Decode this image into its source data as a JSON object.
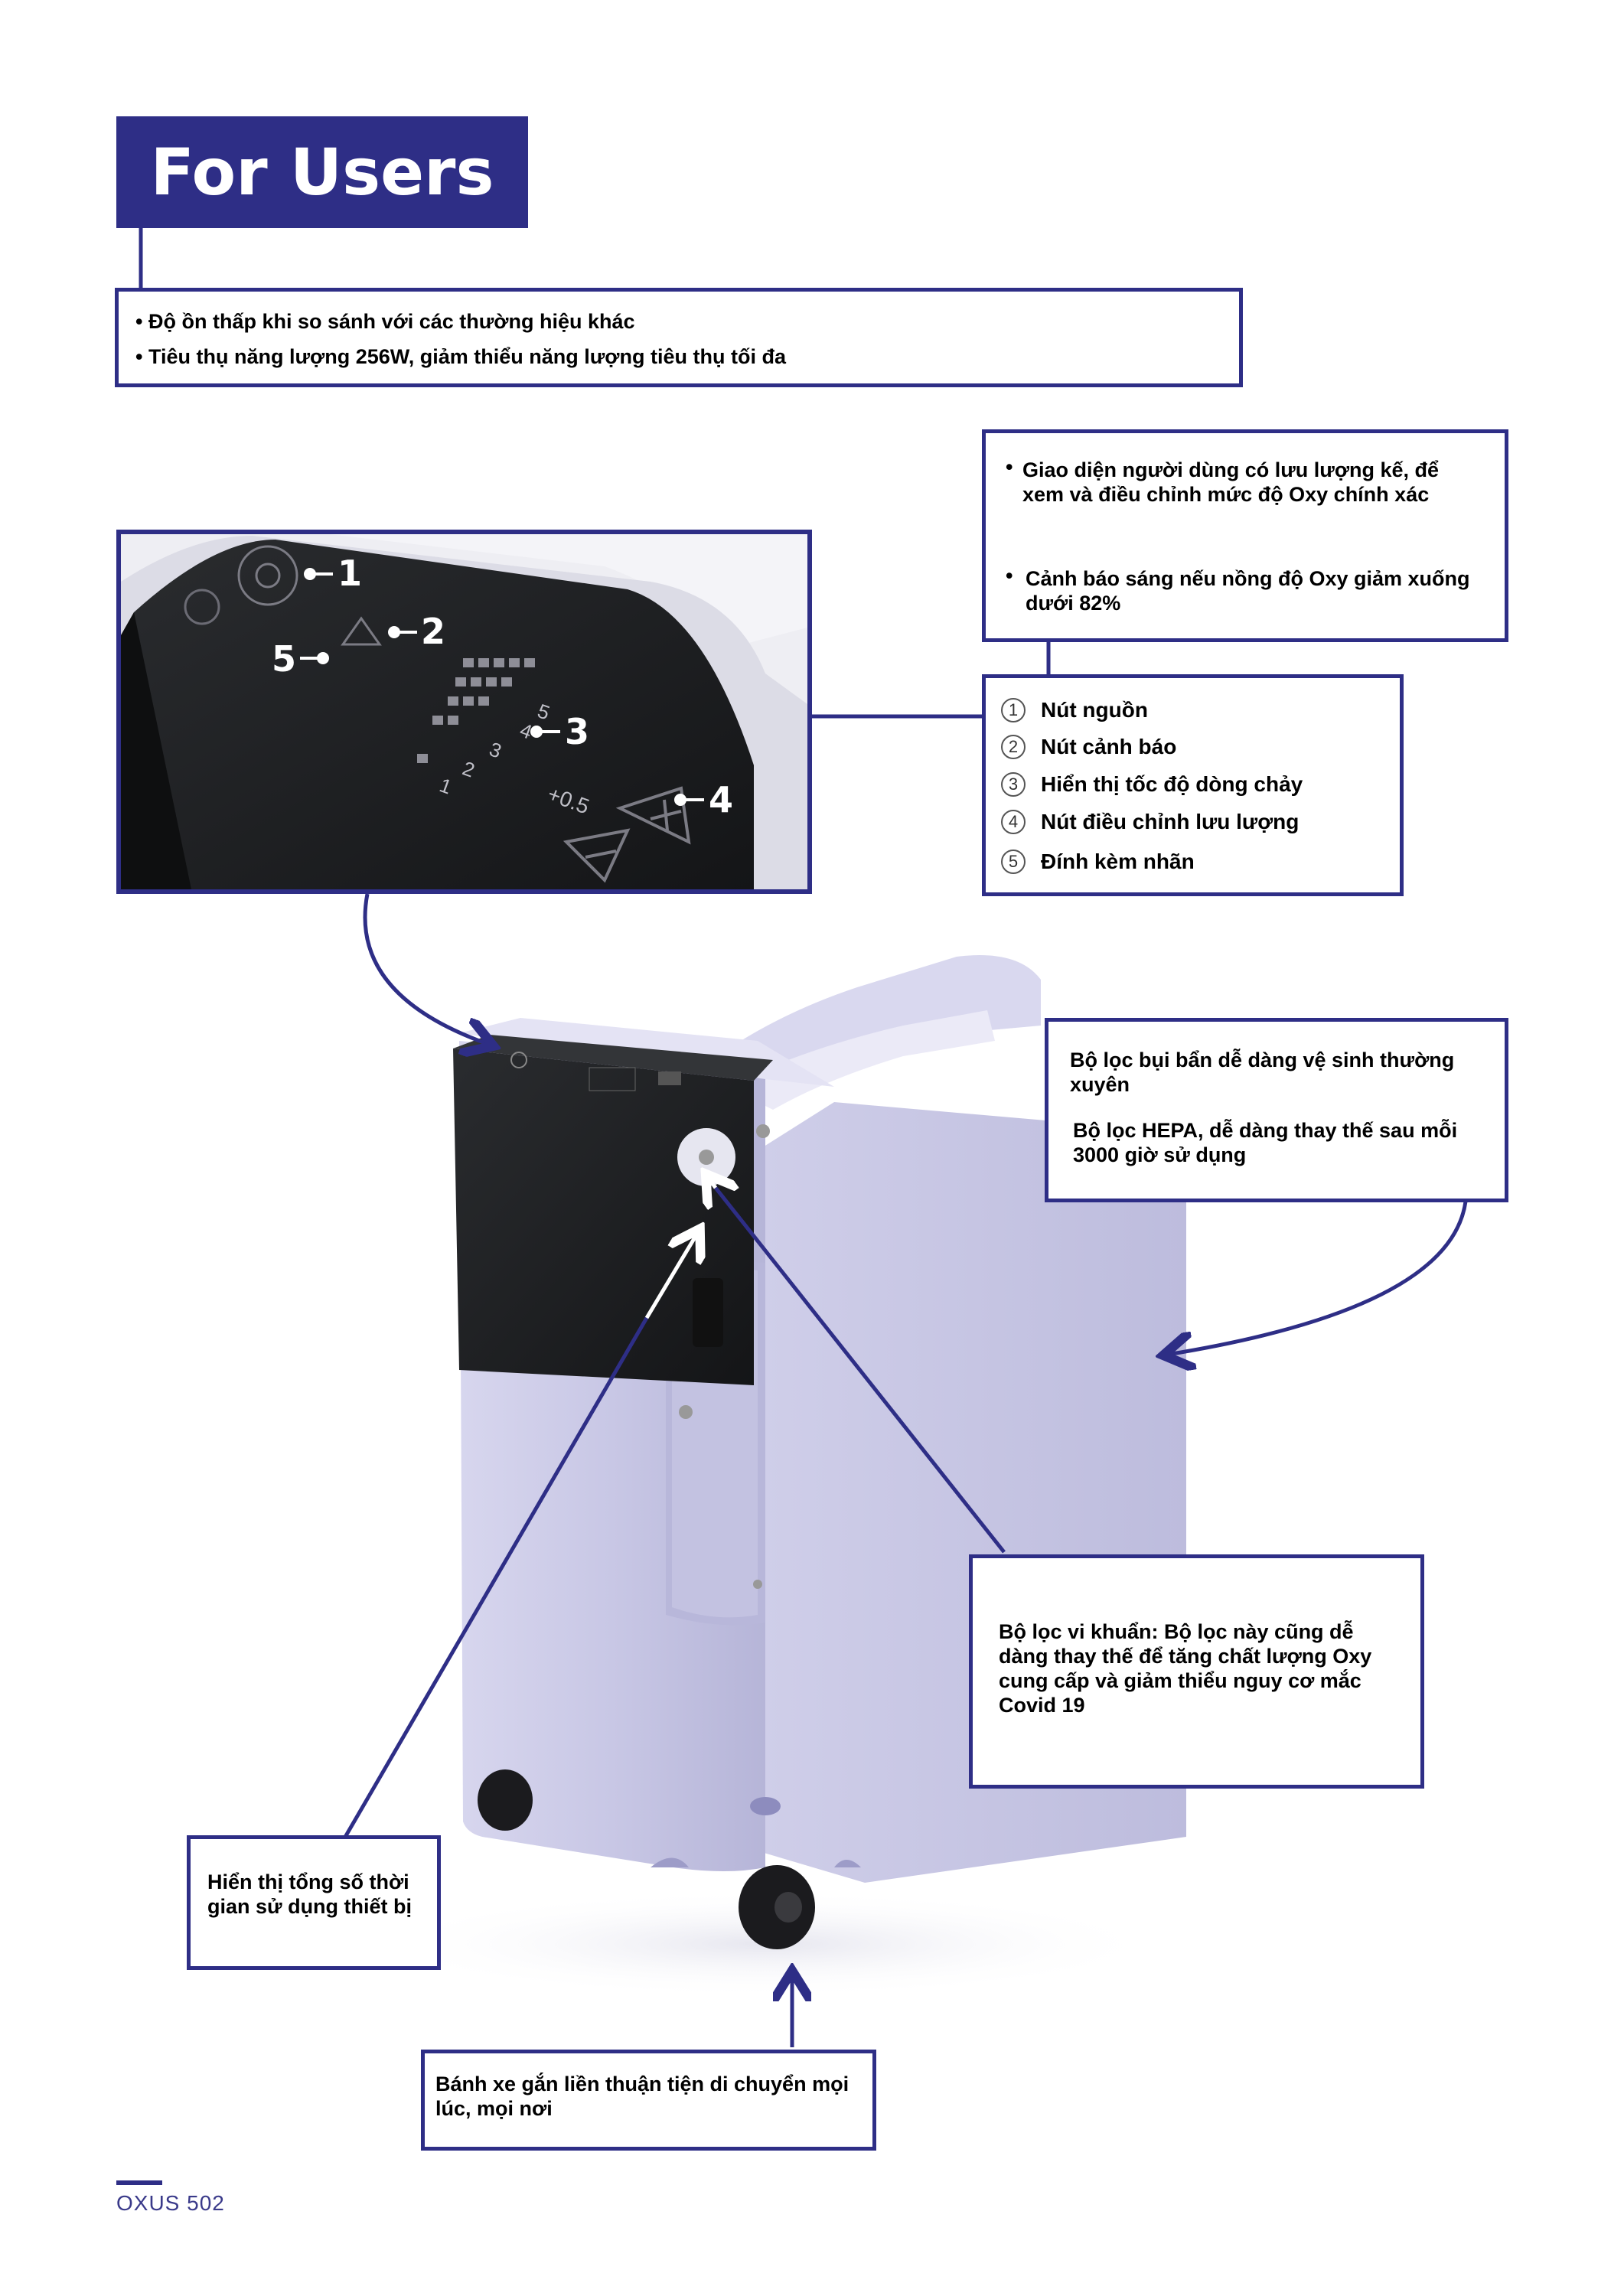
{
  "header": {
    "title": "For Users"
  },
  "top_features": [
    "Độ ồn thấp khi so sánh với các thường hiệu khác",
    "Tiêu thụ năng lượng 256W, giảm thiểu năng lượng tiêu thụ tối đa"
  ],
  "interface_notes": [
    "Giao diện người dùng có lưu lượng kế, để xem và điều chỉnh mức độ Oxy chính xác",
    "Cảnh báo sáng nếu nồng độ Oxy giảm xuống dưới 82%"
  ],
  "legend": [
    {
      "num": "1",
      "label": "Nút nguồn"
    },
    {
      "num": "2",
      "label": "Nút cảnh báo"
    },
    {
      "num": "3",
      "label": "Hiển thị tốc độ dòng chảy"
    },
    {
      "num": "4",
      "label": "Nút điều chỉnh lưu lượng"
    },
    {
      "num": "5",
      "label": "Đính kèm nhãn"
    }
  ],
  "panel_callouts": [
    "1",
    "2",
    "3",
    "4",
    "5"
  ],
  "panel_scale": [
    "5",
    "4",
    "3",
    "2",
    "1",
    "+0.5"
  ],
  "filter_note": {
    "line1": "Bộ lọc bụi bẩn dễ dàng vệ sinh thường xuyên",
    "line2": "Bộ lọc HEPA, dễ dàng thay thế sau mỗi 3000 giờ sử dụng"
  },
  "bacteria_note": "Bộ lọc vi khuẩn: Bộ lọc này cũng dễ dàng thay thế để tăng chất lượng Oxy cung cấp và giảm thiểu nguy cơ mắc Covid 19",
  "usage_note": "Hiển thị tổng số thời gian sử dụng thiết bị",
  "wheels_note": "Bánh xe gắn liền thuận tiện di chuyển mọi lúc, mọi nơi",
  "footer": {
    "model": "OXUS 502"
  },
  "colors": {
    "accent": "#2e2e86",
    "device_body": "#c9c8e6",
    "panel": "#222426"
  }
}
